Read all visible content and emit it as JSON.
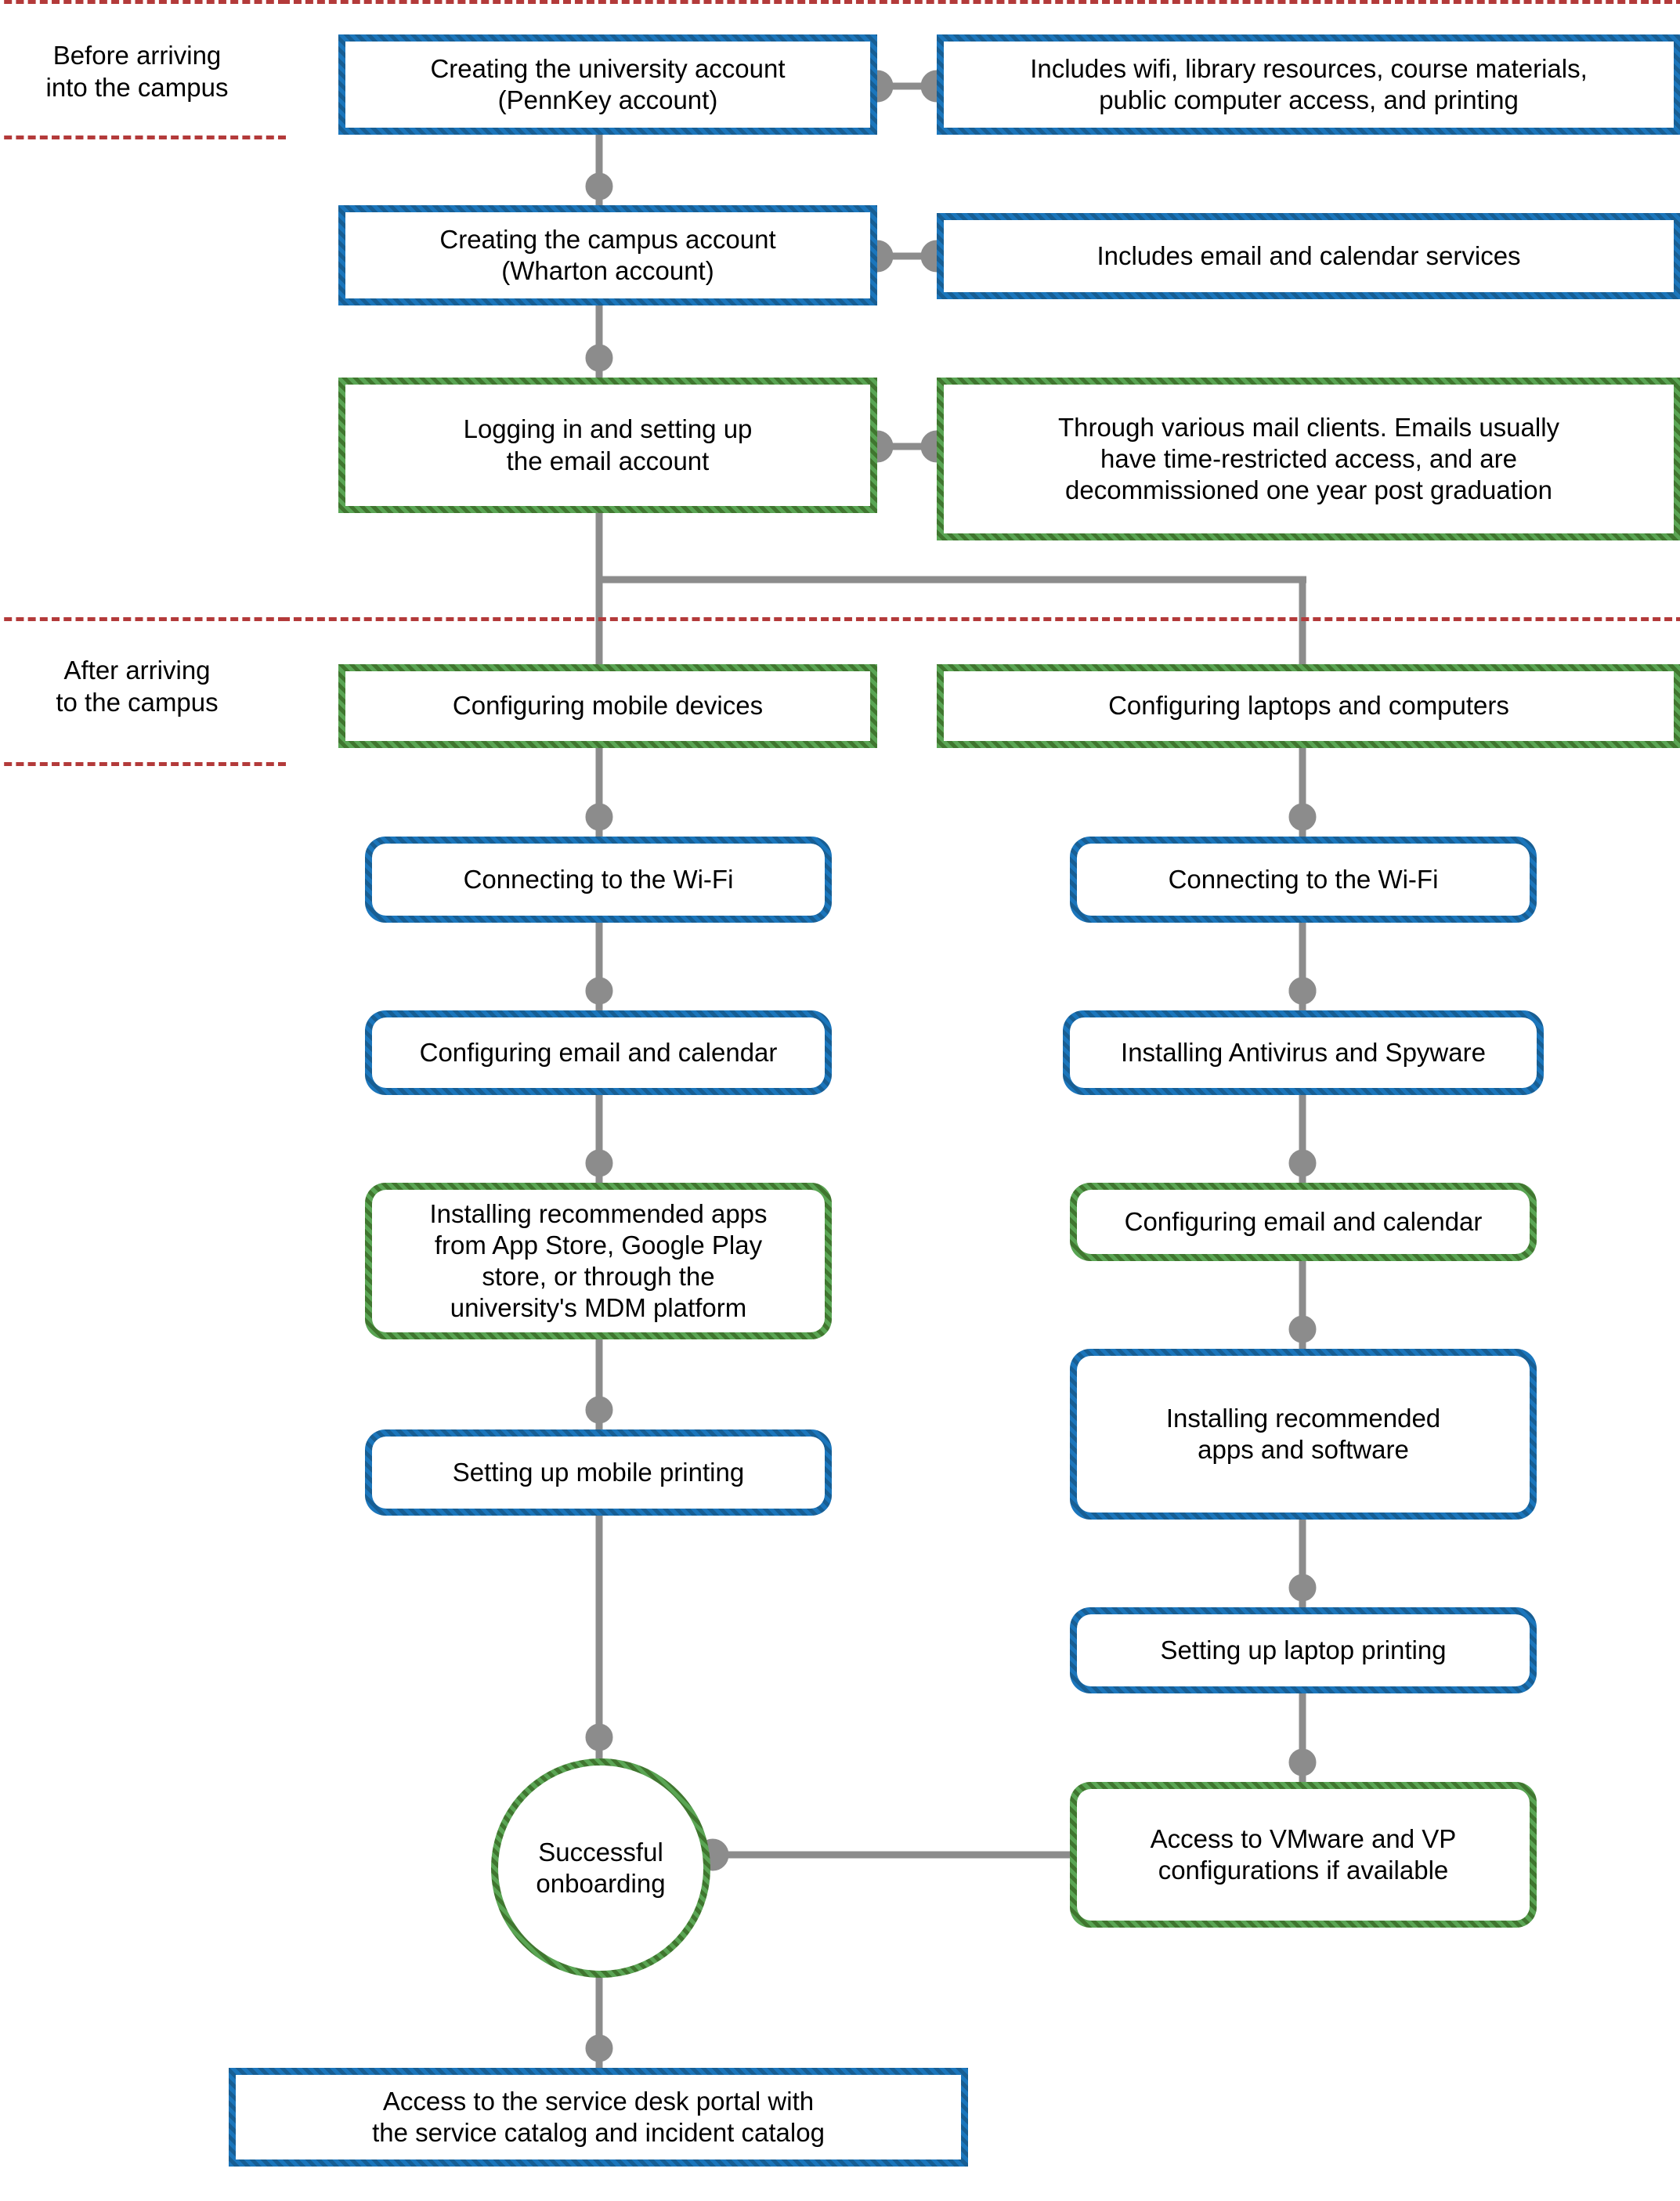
{
  "diagram": {
    "title": "University IT onboarding flowchart",
    "colors": {
      "blue": "#1b76bc",
      "blue_dark": "#185e93",
      "green": "#5aa554",
      "green_dark": "#40762f",
      "zone_dashed": "#b33a3a",
      "connector": "#8c8c8c",
      "text": "#000000",
      "background": "#ffffff"
    },
    "zones": [
      {
        "id": "before",
        "label": "Before arriving\ninto the campus"
      },
      {
        "id": "after",
        "label": "After arriving\nto the campus"
      }
    ],
    "nodes": [
      {
        "id": "pennkey",
        "label": "Creating the university account\n(PennKey account)",
        "color": "blue",
        "shape": "rect"
      },
      {
        "id": "pennkey-note",
        "label": "Includes wifi, library resources, course materials,\npublic computer access, and printing",
        "color": "blue",
        "shape": "rect"
      },
      {
        "id": "wharton",
        "label": "Creating the campus account\n(Wharton account)",
        "color": "blue",
        "shape": "rect"
      },
      {
        "id": "wharton-note",
        "label": "Includes email and calendar services",
        "color": "blue",
        "shape": "rect"
      },
      {
        "id": "email-setup",
        "label": "Logging in and setting up\nthe email account",
        "color": "green",
        "shape": "rect"
      },
      {
        "id": "email-note",
        "label": "Through various mail clients.  Emails usually\nhave time-restricted access, and are\ndecommissioned one year post graduation",
        "color": "green",
        "shape": "rect"
      },
      {
        "id": "mobile",
        "label": "Configuring mobile devices",
        "color": "green",
        "shape": "rect"
      },
      {
        "id": "laptops",
        "label": "Configuring laptops and computers",
        "color": "green",
        "shape": "rect"
      },
      {
        "id": "mobile-wifi",
        "label": "Connecting to the Wi-Fi",
        "color": "blue",
        "shape": "rounded"
      },
      {
        "id": "mobile-mail",
        "label": "Configuring email and calendar",
        "color": "blue",
        "shape": "rounded"
      },
      {
        "id": "mobile-apps",
        "label": "Installing recommended apps\nfrom App Store, Google Play\nstore, or through the\nuniversity's MDM platform",
        "color": "green",
        "shape": "rounded"
      },
      {
        "id": "mobile-print",
        "label": "Setting up mobile printing",
        "color": "blue",
        "shape": "rounded"
      },
      {
        "id": "laptop-wifi",
        "label": "Connecting to the Wi-Fi",
        "color": "blue",
        "shape": "rounded"
      },
      {
        "id": "laptop-av",
        "label": "Installing Antivirus and Spyware",
        "color": "blue",
        "shape": "rounded"
      },
      {
        "id": "laptop-mail",
        "label": "Configuring email and calendar",
        "color": "green",
        "shape": "rounded"
      },
      {
        "id": "laptop-apps",
        "label": "Installing recommended\napps and software",
        "color": "blue",
        "shape": "rounded"
      },
      {
        "id": "laptop-print",
        "label": "Setting up laptop printing",
        "color": "blue",
        "shape": "rounded"
      },
      {
        "id": "laptop-vmware",
        "label": "Access to VMware and VP\nconfigurations if available",
        "color": "green",
        "shape": "rounded"
      },
      {
        "id": "success",
        "label": "Successful\nonboarding",
        "color": "green",
        "shape": "circle"
      },
      {
        "id": "servicedesk",
        "label": "Access to the service desk portal with\nthe service catalog and incident catalog",
        "color": "blue",
        "shape": "rect"
      }
    ]
  }
}
